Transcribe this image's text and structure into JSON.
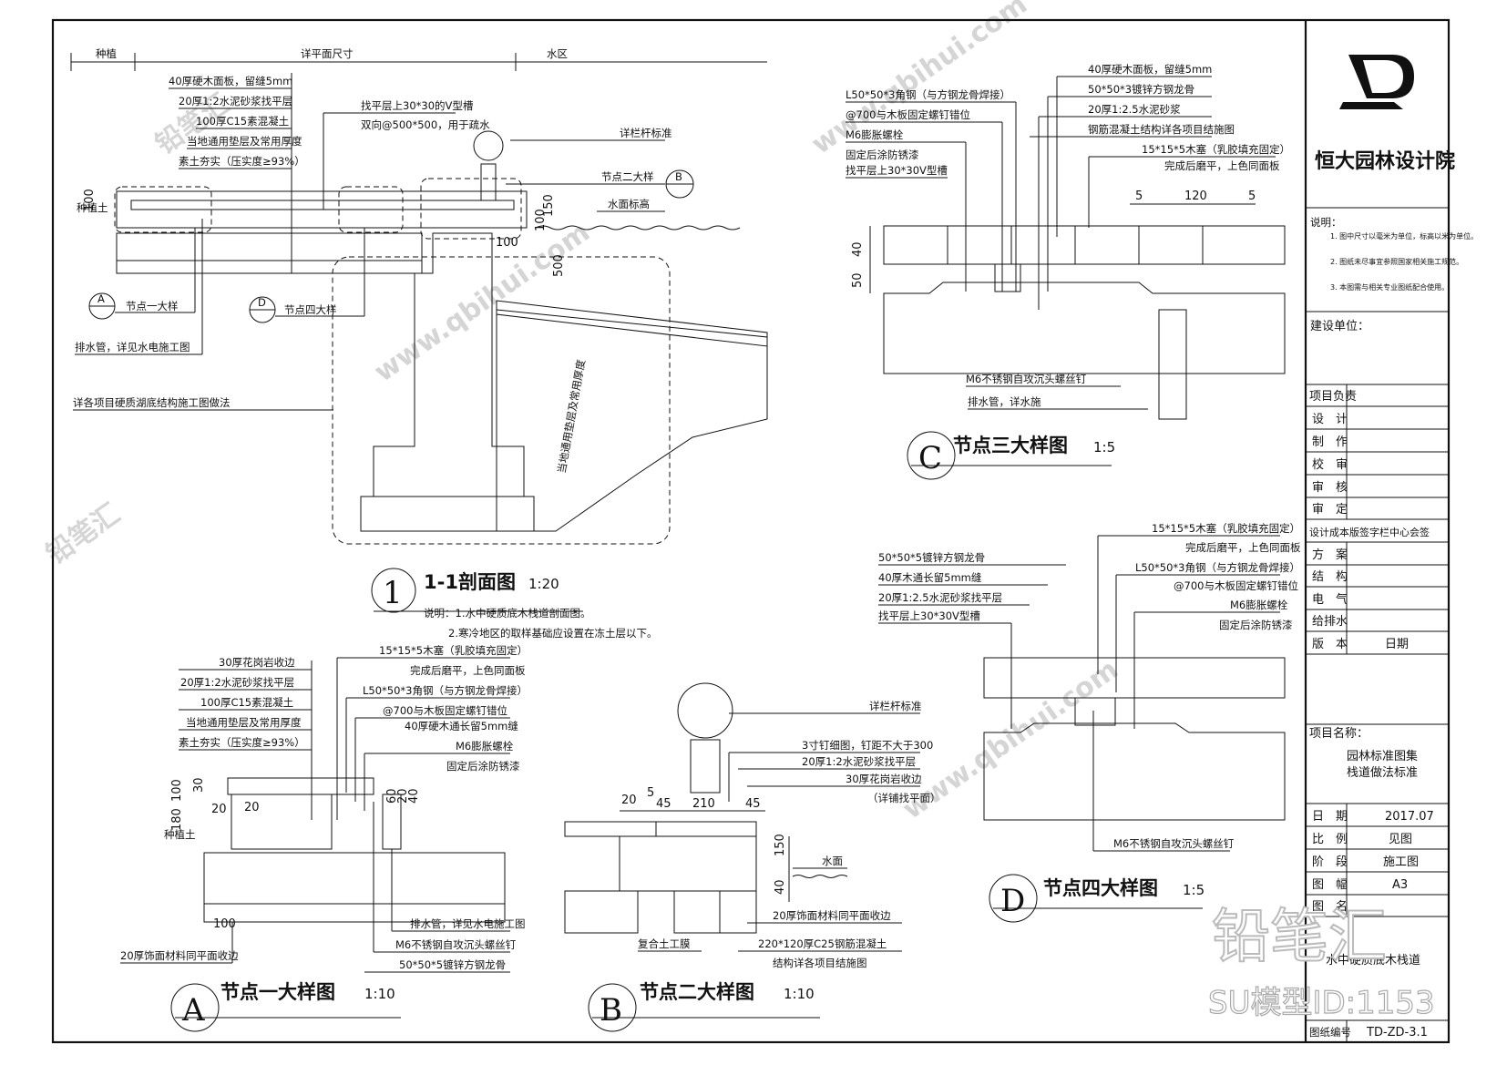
{
  "sheet": {
    "company": "恒大园林设计院",
    "watermark_brand": "铅笔汇",
    "watermark_url": "www.qbihui.com",
    "model_id": "SU模型ID:1153"
  },
  "section_1": {
    "marker": "1",
    "title": "1-1剖面图",
    "scale": "1:20",
    "notes": [
      "说明：1.水中硬质底木栈道剖面图。",
      "2.寒冷地区的取样基础应设置在冻土层以下。"
    ],
    "top_dims": [
      "种植",
      "详平面尺寸",
      "水区"
    ],
    "layers": [
      "40厚硬木面板，留缝5mm",
      "20厚1:2水泥砂浆找平层",
      "100厚C15素混凝土",
      "当地通用垫层及常用厚度",
      "素土夯实（压实度≥93%）"
    ],
    "groove": [
      "找平层上30*30的V型槽",
      "双向@500*500，用于疏水"
    ],
    "rail": "详栏杆标准",
    "node_b": "节点二大样",
    "node_b_circle": "B",
    "water": "水面标高",
    "dims": [
      "100",
      "150",
      "100",
      "500",
      "100"
    ],
    "node_a": "节点一大样",
    "node_a_circle": "A",
    "node_d": "节点四大样",
    "node_d_circle": "D",
    "drain": "排水管，详见水电施工图",
    "base": "详各项目硬质湖底结构施工图做法",
    "soil": "种植土",
    "slope": "当地通用垫层及常用厚度"
  },
  "detail_c": {
    "marker": "C",
    "title": "节点三大样图",
    "scale": "1:5",
    "labels_left": [
      "L50*50*3角钢（与方钢龙骨焊接）",
      "@700与木板固定螺钉错位",
      "M6膨胀螺栓",
      "固定后涂防锈漆",
      "找平层上30*30V型槽"
    ],
    "labels_right": [
      "40厚硬木面板，留缝5mm",
      "50*50*3镀锌方钢龙骨",
      "20厚1:2.5水泥砂浆",
      "钢筋混凝土结构详各项目结施图",
      "15*15*5木塞（乳胶填充固定）",
      "完成后磨平，上色同面板"
    ],
    "dims_top": [
      "5",
      "120",
      "5"
    ],
    "dims_left": [
      "40",
      "50"
    ],
    "bottom": [
      "M6不锈钢自攻沉头螺丝钉",
      "排水管，详水施"
    ]
  },
  "detail_d": {
    "marker": "D",
    "title": "节点四大样图",
    "scale": "1:5",
    "labels_left": [
      "50*50*5镀锌方钢龙骨",
      "40厚木通长留5mm缝",
      "20厚1:2.5水泥砂浆找平层",
      "找平层上30*30V型槽"
    ],
    "labels_right": [
      "15*15*5木塞（乳胶填充固定）",
      "完成后磨平，上色同面板",
      "L50*50*3角钢（与方钢龙骨焊接）",
      "@700与木板固定螺钉错位",
      "M6膨胀螺栓",
      "固定后涂防锈漆"
    ],
    "bottom": "M6不锈钢自攻沉头螺丝钉"
  },
  "detail_a": {
    "marker": "A",
    "title": "节点一大样图",
    "scale": "1:10",
    "labels_left": [
      "30厚花岗岩收边",
      "20厚1:2水泥砂浆找平层",
      "100厚C15素混凝土",
      "当地通用垫层及常用厚度",
      "素土夯实（压实度≥93%）"
    ],
    "labels_right": [
      "15*15*5木塞（乳胶填充固定）",
      "完成后磨平，上色同面板",
      "L50*50*3角钢（与方钢龙骨焊接）",
      "@700与木板固定螺钉错位",
      "40厚硬木通长留5mm缝",
      "M6膨胀螺栓",
      "固定后涂防锈漆"
    ],
    "dims": [
      "100",
      "30",
      "20",
      "180",
      "20",
      "40",
      "20",
      "100",
      "60"
    ],
    "soil": "种植土",
    "bottom": [
      "排水管，详见水电施工图",
      "M6不锈钢自攻沉头螺丝钉",
      "50*50*5镀锌方钢龙骨",
      "20厚饰面材料同平面收边"
    ]
  },
  "detail_b": {
    "marker": "B",
    "title": "节点二大样图",
    "scale": "1:10",
    "rail": "详栏杆标准",
    "labels_right": [
      "3寸钉细图，钉距不大于300",
      "20厚1:2水泥砂浆找平层",
      "30厚花岗岩收边",
      "（详铺找平面）"
    ],
    "dims": [
      "20",
      "5",
      "45",
      "210",
      "45",
      "150",
      "40"
    ],
    "water": "水面",
    "bottom": [
      "20厚饰面材料同平面收边",
      "复合土工膜",
      "220*120厚C25钢筋混凝土",
      "结构详各项目结施图"
    ]
  },
  "title_block": {
    "notes_label": "说明：",
    "notes": [
      "1. 图中尺寸以毫米为单位，标高以米为单位。",
      "2. 图纸未尽事宜参照国家相关施工规范。",
      "3. 本图需与相关专业图纸配合使用。"
    ],
    "client_label": "建设单位：",
    "rows": [
      {
        "k": "项目负责",
        "v": ""
      },
      {
        "k": "设　计",
        "v": ""
      },
      {
        "k": "制　作",
        "v": ""
      },
      {
        "k": "校　审",
        "v": ""
      },
      {
        "k": "审　核",
        "v": ""
      },
      {
        "k": "审　定",
        "v": ""
      }
    ],
    "sign_label": "设计成本版签字栏中心会签",
    "sign_rows": [
      "方　案",
      "结　构",
      "电　气",
      "给排水"
    ],
    "version_k": "版　本",
    "version_v": "日期",
    "project_label": "项目名称：",
    "project_name": [
      "园林标准图集",
      "栈道做法标准"
    ],
    "meta": [
      {
        "k": "日　期",
        "v": "2017.07"
      },
      {
        "k": "比　例",
        "v": "见图"
      },
      {
        "k": "阶　段",
        "v": "施工图"
      },
      {
        "k": "图　幅",
        "v": "A3"
      },
      {
        "k": "图　名",
        "v": ""
      }
    ],
    "drawing_name": "水中硬质底木栈道",
    "sheet_no_k": "图纸编号",
    "sheet_no_v": "TD-ZD-3.1"
  }
}
